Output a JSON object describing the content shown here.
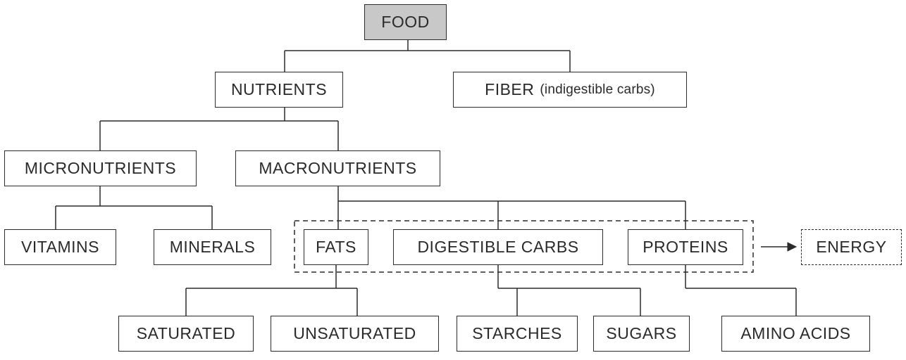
{
  "nodes": {
    "food": "FOOD",
    "nutrients": "NUTRIENTS",
    "fiber": "FIBER",
    "fiber_note": "(indigestible carbs)",
    "micronutrients": "MICRONUTRIENTS",
    "macronutrients": "MACRONUTRIENTS",
    "vitamins": "VITAMINS",
    "minerals": "MINERALS",
    "fats": "FATS",
    "digestible_carbs": "DIGESTIBLE CARBS",
    "proteins": "PROTEINS",
    "energy": "ENERGY",
    "saturated": "SATURATED",
    "unsaturated": "UNSATURATED",
    "starches": "STARCHES",
    "sugars": "SUGARS",
    "amino_acids": "AMINO ACIDS"
  },
  "colors": {
    "root_fill": "#c8c8c8",
    "stroke": "#2a2a2a"
  }
}
